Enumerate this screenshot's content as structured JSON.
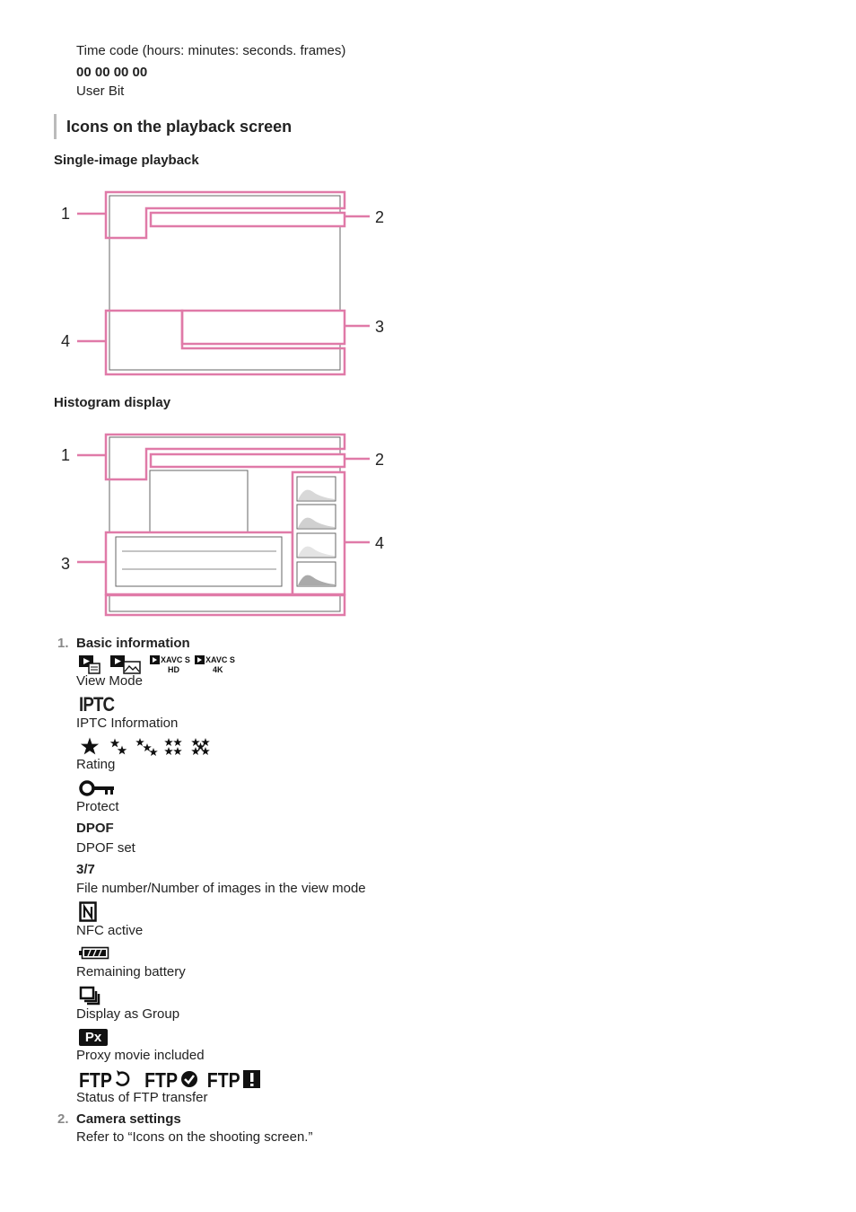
{
  "top": {
    "time_code_label": "Time code (hours: minutes: seconds. frames)",
    "time_code_value": "00 00 00 00",
    "user_bit": "User Bit"
  },
  "section": {
    "title": "Icons on the playback screen"
  },
  "single": {
    "heading": "Single-image playback",
    "callouts": [
      "1",
      "2",
      "3",
      "4"
    ]
  },
  "histogram": {
    "heading": "Histogram display",
    "callouts": [
      "1",
      "2",
      "3",
      "4"
    ]
  },
  "list": {
    "item1": {
      "number": "1.",
      "title": "Basic information",
      "entries": {
        "view_mode": "View Mode",
        "iptc_icon": "IPTC",
        "iptc": "IPTC Information",
        "rating": "Rating",
        "protect": "Protect",
        "dpof_icon": "DPOF",
        "dpof": "DPOF set",
        "file_num_icon": "3/7",
        "file_num": "File number/Number of images in the view mode",
        "nfc": "NFC active",
        "battery": "Remaining battery",
        "group": "Display as Group",
        "proxy_icon": "Px",
        "proxy": "Proxy movie included",
        "ftp_icon": "FTP",
        "ftp": "Status of FTP transfer",
        "xavcs_icon": "XAVC S",
        "xavcs_hd": "HD",
        "xavcs_4k": "4K"
      }
    },
    "item2": {
      "number": "2.",
      "title": "Camera settings",
      "desc": "Refer to “Icons on the shooting screen.”"
    }
  },
  "colors": {
    "accent_pink": "#e07aa8",
    "frame_gray": "#555555"
  }
}
